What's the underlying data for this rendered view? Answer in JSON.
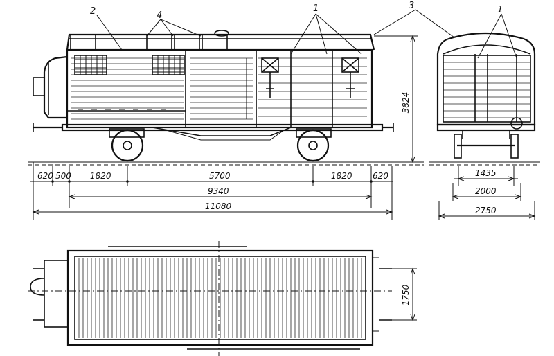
{
  "callouts": {
    "c1_side": "1",
    "c2": "2",
    "c3": "3",
    "c4": "4",
    "c1_end": "1"
  },
  "dimensions": {
    "d620_left": "620",
    "d500": "500",
    "d1820_left": "1820",
    "d5700": "5700",
    "d1820_right": "1820",
    "d620_right": "620",
    "d9340": "9340",
    "d11080": "11080",
    "d3824": "3824",
    "d1435": "1435",
    "d2000": "2000",
    "d2750": "2750",
    "d1750": "1750"
  }
}
